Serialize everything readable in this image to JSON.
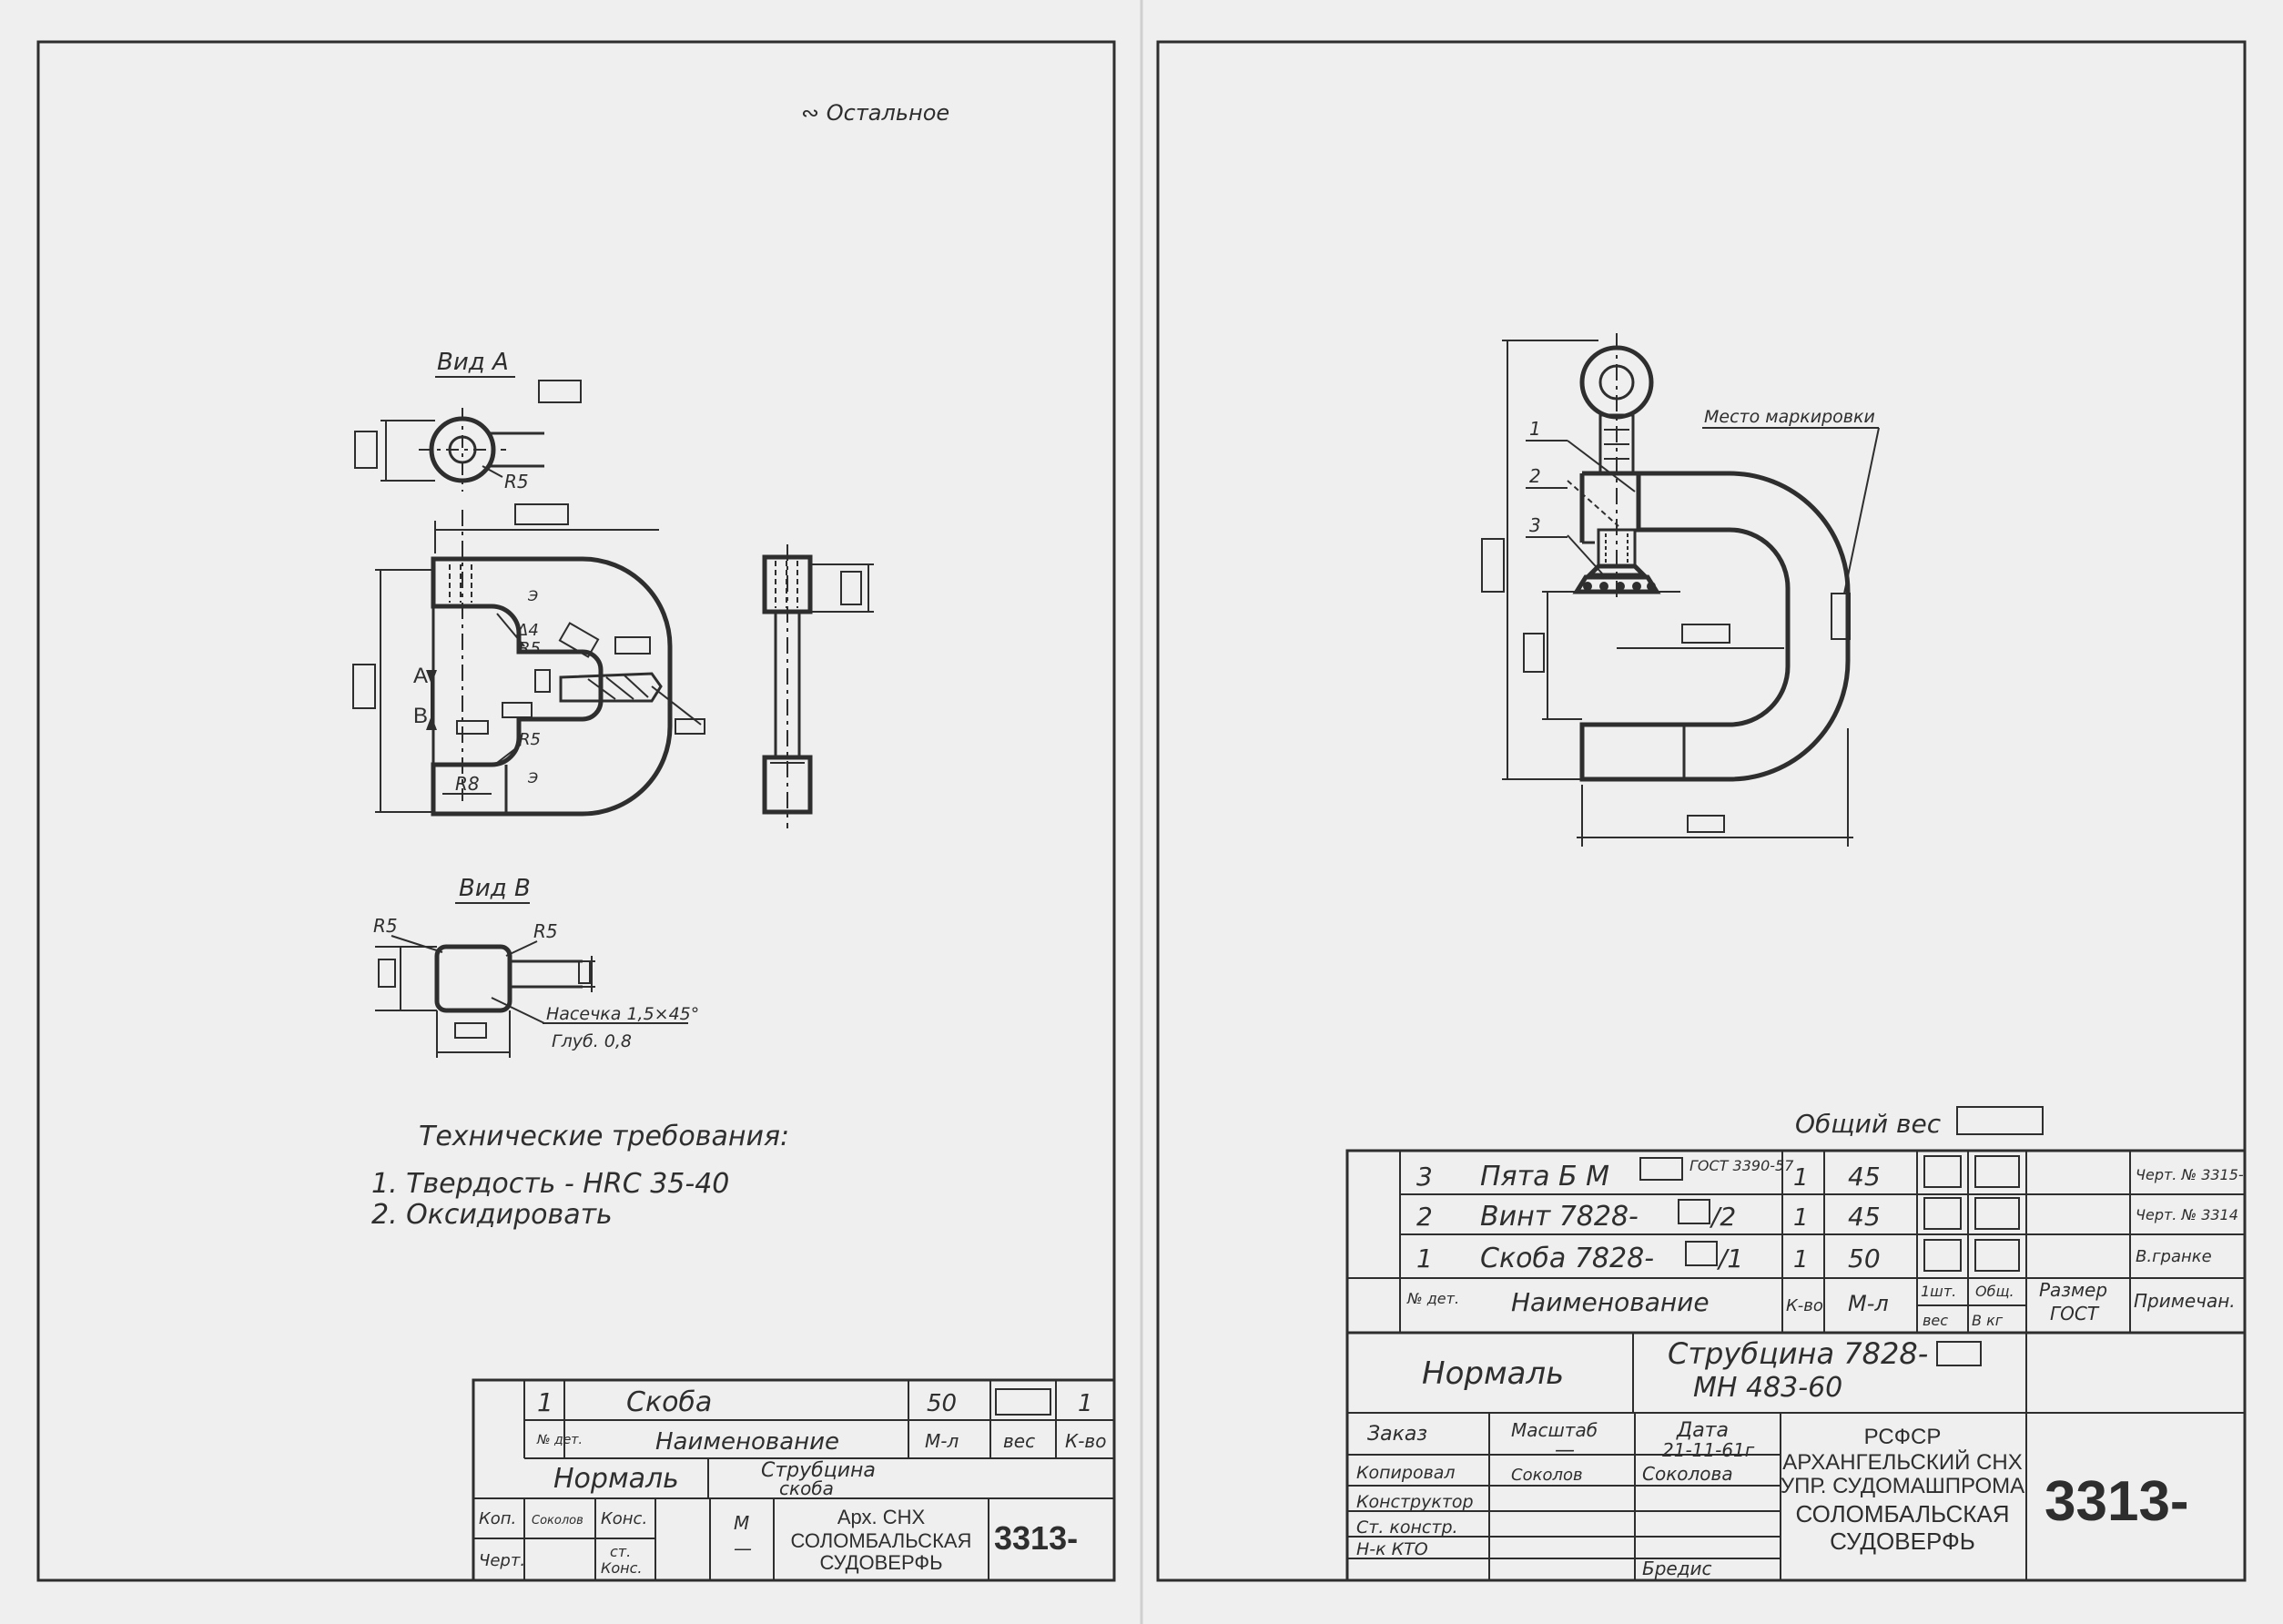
{
  "sheet_left": {
    "material_note": "∾ Остальное",
    "view_a_label": "Вид А",
    "view_b_label": "Вид В",
    "dims": {
      "r5_a": "R5",
      "delta4": "Δ4",
      "r5_mid": "R5",
      "r5_low": "R5",
      "r8": "R8",
      "arrow_a": "А",
      "arrow_b": "В",
      "r5_b_left": "R5",
      "r5_b_right": "R5",
      "knurl": "Насечка 1,5×45°",
      "depth": "Глуб. 0,8"
    },
    "tech_req": {
      "title": "Технические требования:",
      "items": [
        "1.  Твердость - HRC  35-40",
        "2.  Оксидировать"
      ]
    },
    "title_block": {
      "pos": "1",
      "part_name": "Скоба",
      "material": "50",
      "qty": "1",
      "h_num": "№ дет.",
      "h_name": "Наименование",
      "h_mat": "М-л",
      "h_weight": "вес",
      "h_qty": "К-во",
      "normal": "Нормаль",
      "product": "Струбцина",
      "product_sub": "скоба",
      "r_kop": "Коп.",
      "r_chert": "Черт.",
      "sig": "Соколов",
      "c_kons": "Конс.",
      "c_st": "ст.",
      "c_kons2": "Конс.",
      "scale_m": "М",
      "scale_dash": "—",
      "org": [
        "Арх. СНХ",
        "СОЛОМБАЛЬСКАЯ",
        "СУДОВЕРФЬ"
      ],
      "doc_no": "3313-"
    }
  },
  "sheet_right": {
    "marking_label": "Место маркировки",
    "callouts": [
      "1",
      "2",
      "3"
    ],
    "total_weight_label": "Общий вес",
    "bom": {
      "rows": [
        {
          "pos": "3",
          "name": "Пята Б М",
          "std": "ГОСТ 3390-57",
          "qty": "1",
          "mat": "45",
          "note": "Черт. № 3315-"
        },
        {
          "pos": "2",
          "name": "Винт 7828-",
          "suffix": "/2",
          "qty": "1",
          "mat": "45",
          "note": "Черт. № 3314"
        },
        {
          "pos": "1",
          "name": "Скоба 7828-",
          "suffix": "/1",
          "qty": "1",
          "mat": "50",
          "note": "В.гранке"
        }
      ],
      "header": {
        "num": "№ дет.",
        "name": "Наименование",
        "qty": "К-во",
        "mat": "М-л",
        "w1": "1шт.",
        "w2": "вес",
        "wt": "Общ.",
        "wt2": "В кг",
        "size": "Размер",
        "gost": "ГОСТ",
        "note": "Примечан."
      }
    },
    "title_block": {
      "normal": "Нормаль",
      "product": "Струбцина 7828-",
      "product_code": "МН 483-60",
      "order": "Заказ",
      "scale": "Масштаб",
      "scale_val": "—",
      "date": "Дата",
      "date_val": "21-11-61г",
      "rows": [
        "Копировал",
        "Конструктор",
        "Ст. констр.",
        "Н-к КТО"
      ],
      "sig1": "Соколов",
      "sig2": "Соколова",
      "sig3": "Бредис",
      "org": [
        "РСФСР",
        "АРХАНГЕЛЬСКИЙ СНХ",
        "УПР. СУДОМАШПРОМА",
        "СОЛОМБАЛЬСКАЯ",
        "СУДОВЕРФЬ"
      ],
      "doc_no": "3313-"
    }
  }
}
